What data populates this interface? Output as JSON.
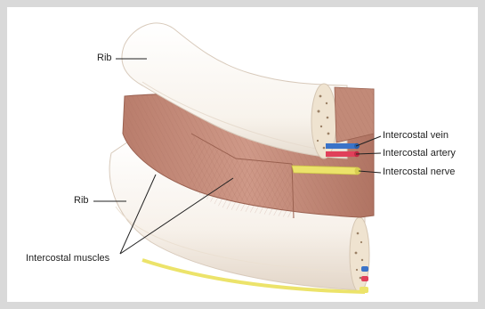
{
  "labels": {
    "rib_top": "Rib",
    "rib_left": "Rib",
    "intercostal_vein": "Intercostal vein",
    "intercostal_artery": "Intercostal artery",
    "intercostal_nerve": "Intercostal nerve",
    "intercostal_muscles": "Intercostal muscles"
  },
  "colors": {
    "frame": "#d9d9d9",
    "bone": "#fbf7f2",
    "bone_shade": "#e4d8cc",
    "marrow": "#efe3d0",
    "muscle": "#c9907e",
    "muscle_dark": "#a96e5d",
    "vein": "#3a73c8",
    "artery": "#e0405a",
    "nerve": "#ece36a",
    "leader": "#222222"
  }
}
